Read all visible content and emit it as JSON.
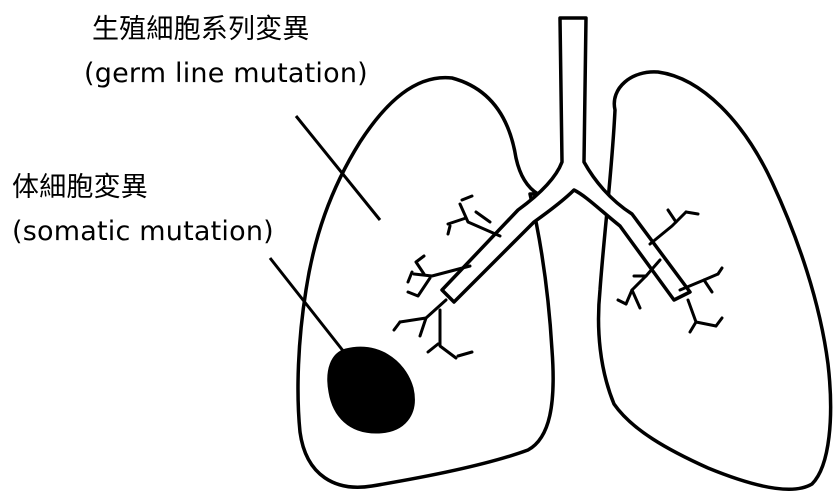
{
  "labels": {
    "germline": {
      "japanese": "生殖細胞系列変異",
      "english": "(germ line mutation)"
    },
    "somatic": {
      "japanese": "体細胞変異",
      "english": "(somatic mutation)"
    }
  },
  "colors": {
    "line": "#000000",
    "background": "#ffffff",
    "tumor": "#000000"
  }
}
